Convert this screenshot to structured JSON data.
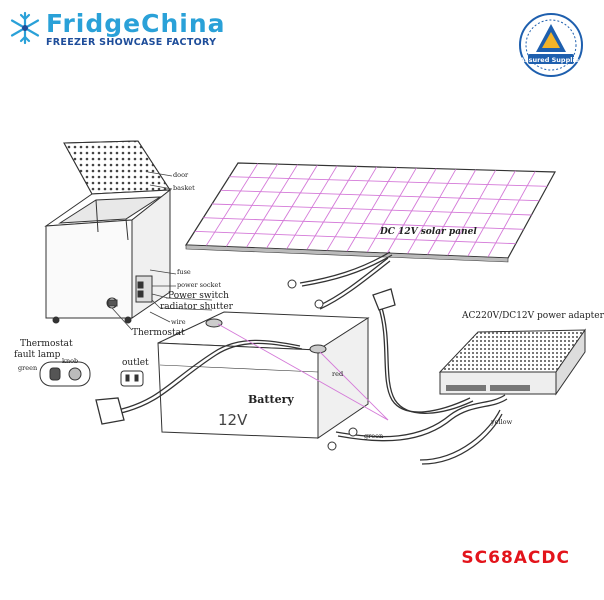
{
  "brand": {
    "name": "FridgeChina",
    "subtitle": "FREEZER SHOWCASE FACTORY",
    "seal_text": "Assured Supplier",
    "primary_color": "#2aa1d8",
    "secondary_color": "#1e4d9a"
  },
  "labels": {
    "door": "door",
    "basket": "basket",
    "fuse": "fuse",
    "power_socket": "power socket",
    "power_switch": "Power switch",
    "radiator_shutter": "radiator shutter",
    "wire": "wire",
    "thermostat": "Thermostat",
    "thermostat_fault_lamp_1": "Thermostat",
    "thermostat_fault_lamp_2": "fault lamp",
    "outlet": "outlet",
    "battery": "Battery",
    "battery_voltage": "12V",
    "solar_panel": "DC 12V solar panel",
    "power_adapter": "AC220V/DC12V power adapter",
    "green": "green",
    "red": "red",
    "yellow": "yellow",
    "knob": "knob"
  },
  "model_code": "SC68ACDC",
  "colors": {
    "grid_pink": "#d479d8",
    "line": "#333333",
    "model_red": "#e3141b"
  }
}
